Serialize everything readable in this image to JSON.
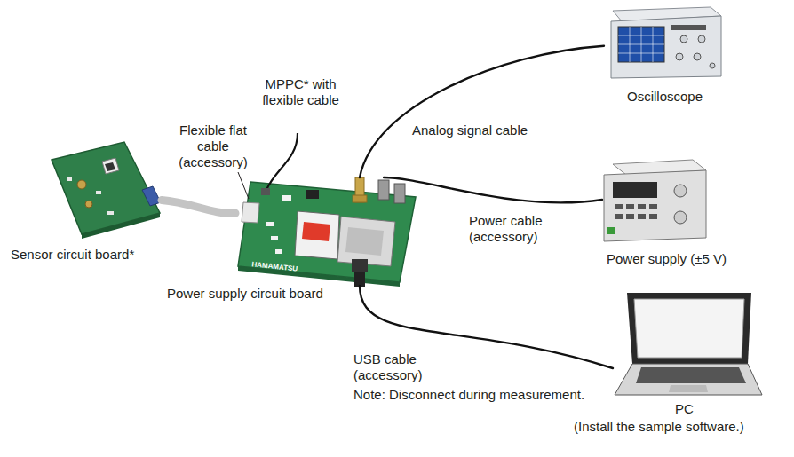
{
  "diagram": {
    "nodes": [
      {
        "text": [
          "Sensor circuit board*"
        ]
      },
      {
        "text": [
          "Power supply circuit board"
        ]
      },
      {
        "text": [
          "Oscilloscope"
        ]
      },
      {
        "text": [
          "Power supply (±5 V)"
        ]
      },
      {
        "text": [
          "PC",
          "(Install the sample software.)"
        ]
      }
    ],
    "edges": [
      {
        "from": 0,
        "to": 1,
        "arrow": "none",
        "label": "Flexible flat cable (accessory)"
      },
      {
        "from": 1,
        "to": 2,
        "arrow": "none",
        "label": "Analog signal cable"
      },
      {
        "from": 3,
        "to": 1,
        "arrow": "none",
        "label": "Power cable (accessory)"
      },
      {
        "from": 1,
        "to": 4,
        "arrow": "none",
        "label": "USB cable (accessory)"
      }
    ],
    "labels": [
      "MPPC* with flexible cable",
      "Note: Disconnect during measurement.",
      "HAMAMATSU"
    ]
  }
}
